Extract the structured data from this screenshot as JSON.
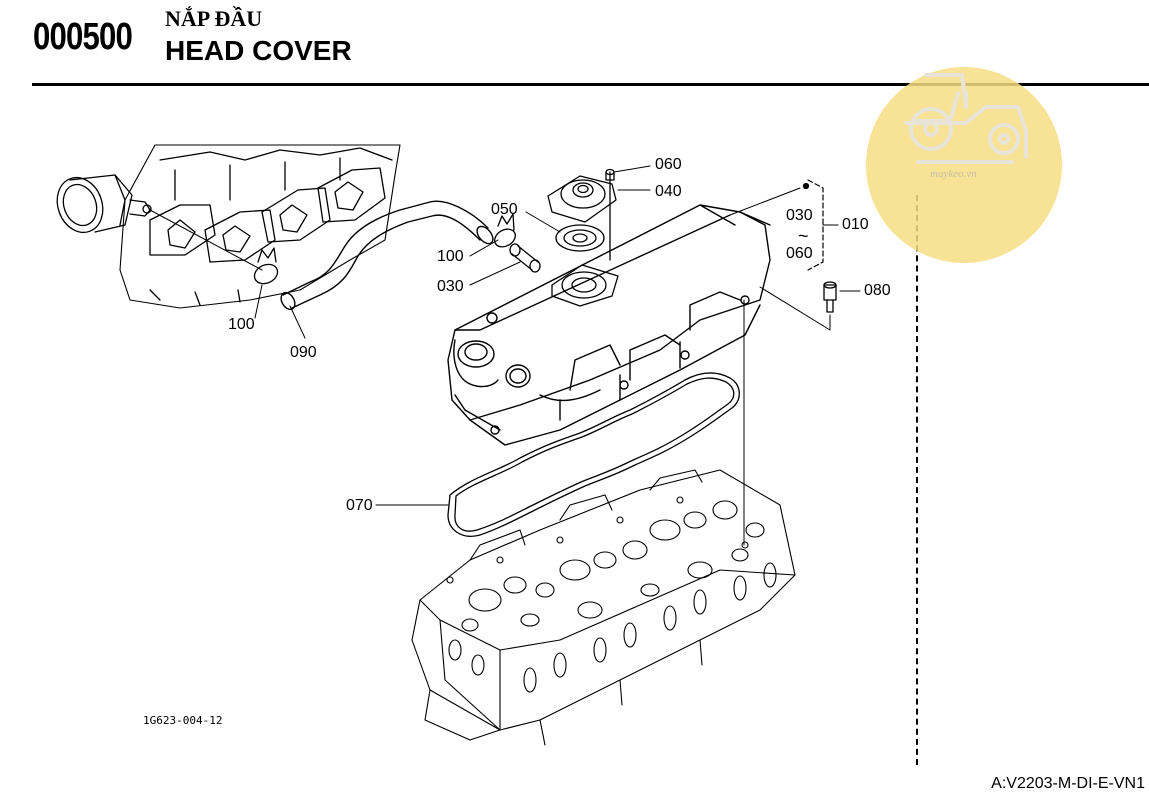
{
  "header": {
    "code": "000500",
    "title_vi": "NẮP ĐẦU",
    "title_en": "HEAD COVER"
  },
  "callouts": {
    "c060": "060",
    "c040": "040",
    "c050": "050",
    "c100a": "100",
    "c030a": "030",
    "c100b": "100",
    "c090": "090",
    "c010": "010",
    "c030range": "030",
    "ctilde": "~",
    "c060range": "060",
    "c080": "080",
    "c070": "070"
  },
  "figure_id": "1G623-004-12",
  "doc_ref": "A:V2203-M-DI-E-VN1",
  "watermark": {
    "text": "maykeo.vn",
    "icon": "tractor-icon",
    "color": "#f7dd84"
  }
}
